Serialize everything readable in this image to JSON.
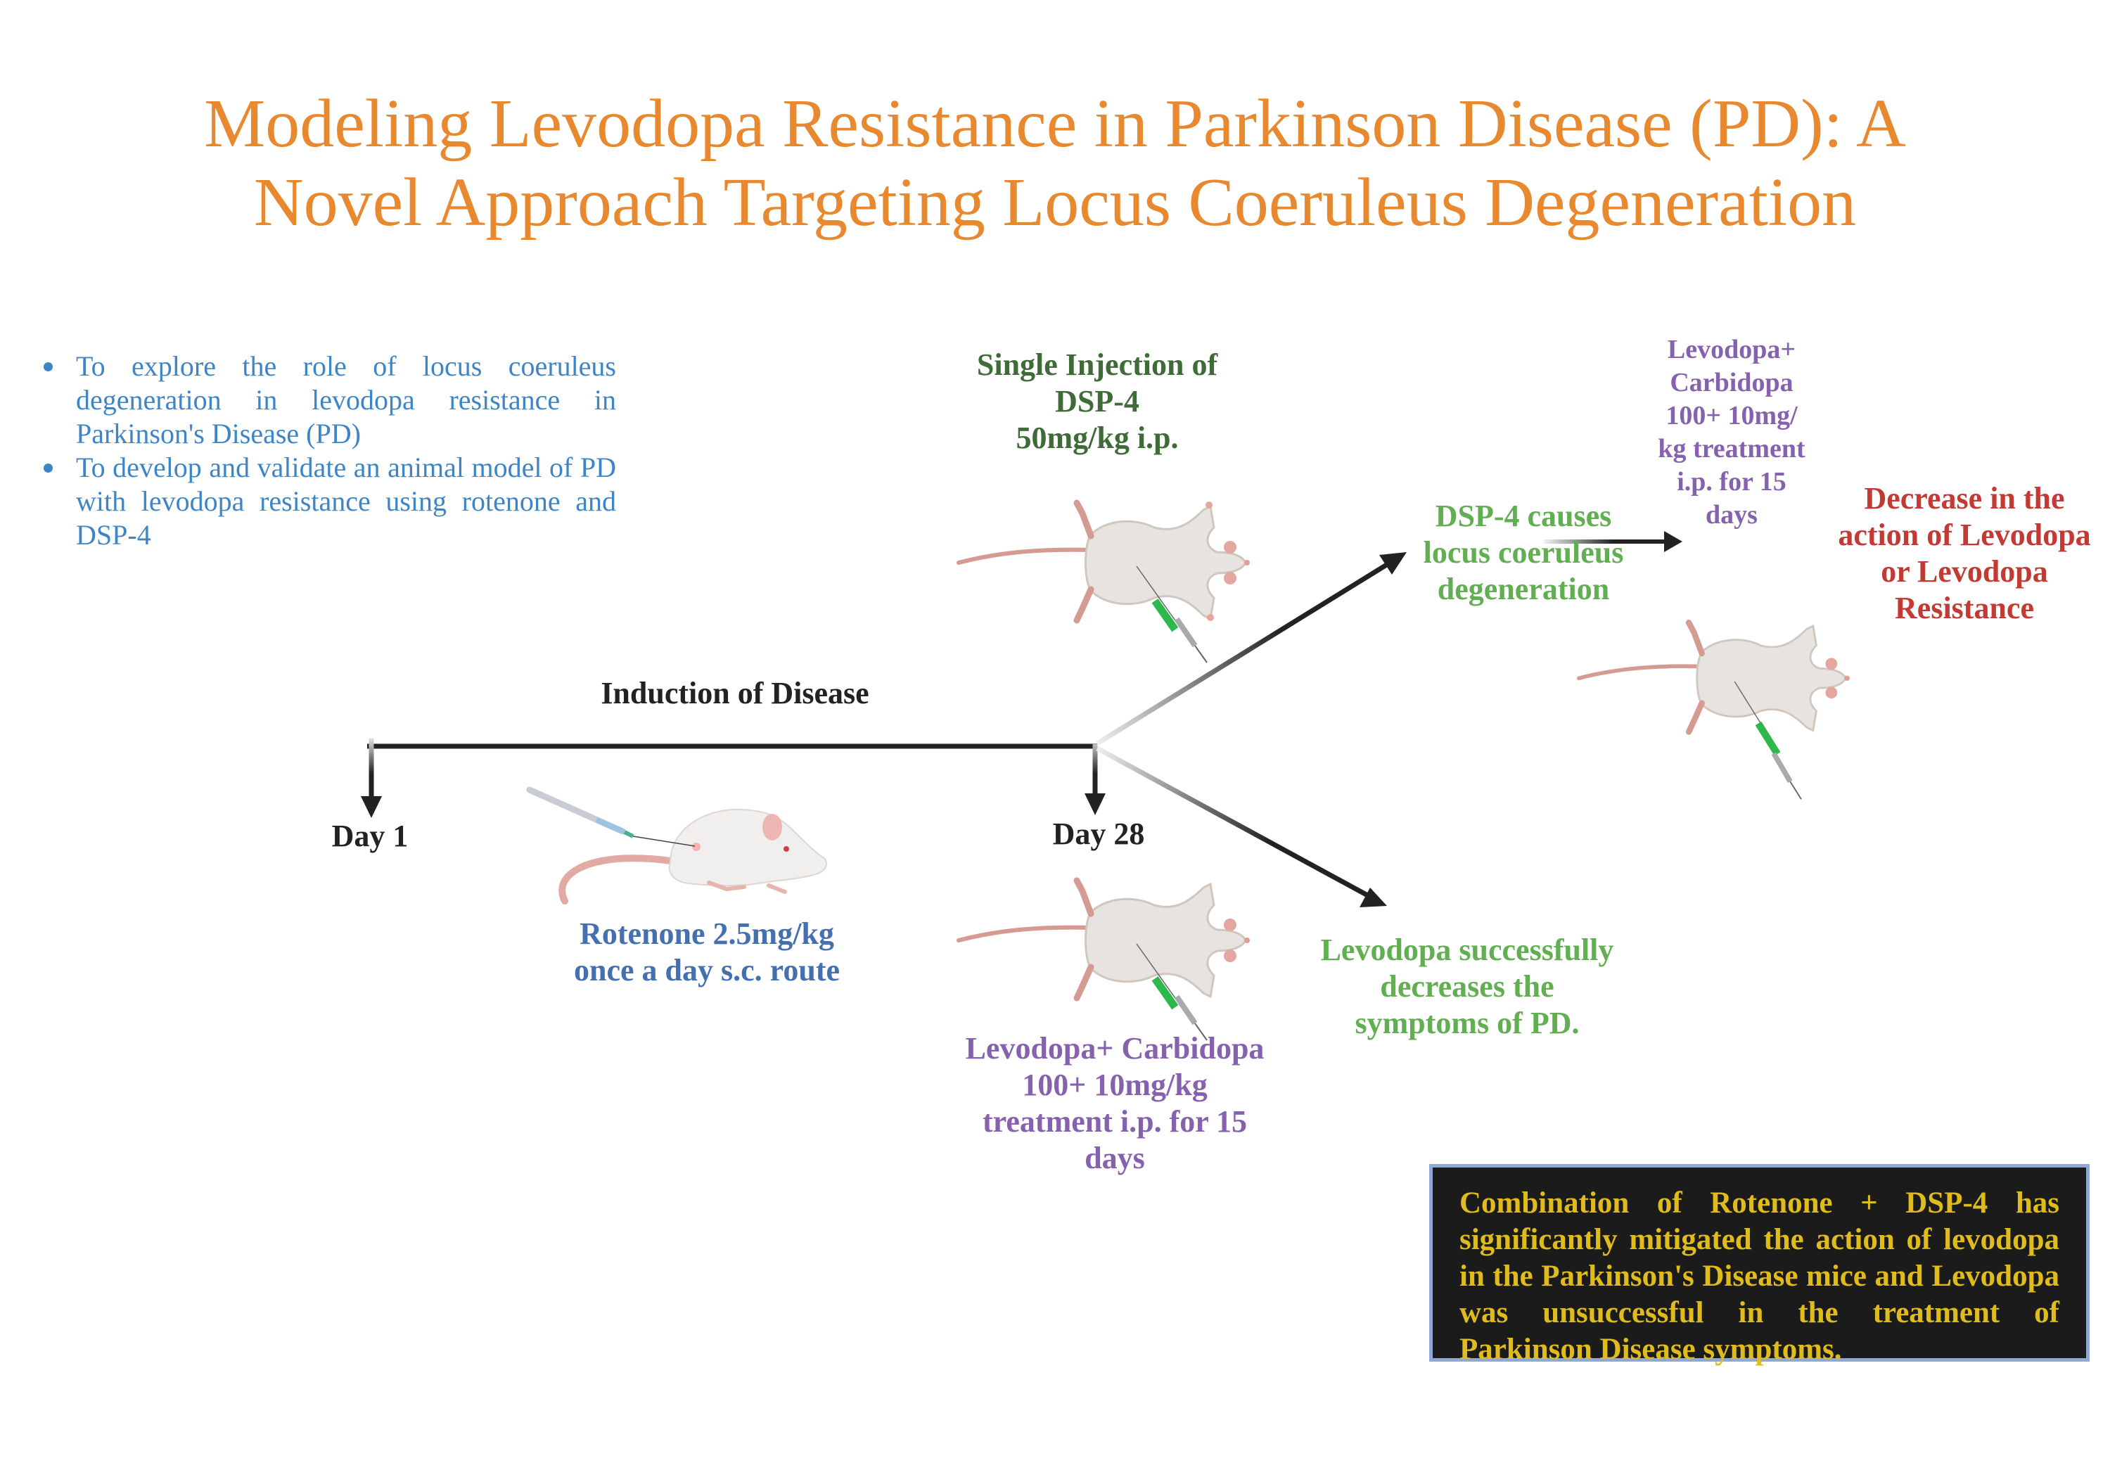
{
  "title": {
    "line1": "Modeling Levodopa Resistance in Parkinson Disease (PD): A",
    "line2": "Novel Approach Targeting Locus Coeruleus Degeneration"
  },
  "objectives": [
    "To explore the role of locus coeruleus degeneration in levodopa resistance in Parkinson's Disease (PD)",
    "To develop and validate an animal model of PD with levodopa resistance using rotenone and DSP-4"
  ],
  "timeline": {
    "phase_label": "Induction of Disease",
    "start_label": "Day 1",
    "end_label": "Day 28"
  },
  "dsp4_injection": {
    "lines": [
      "Single Injection of",
      "DSP-4",
      "50mg/kg i.p."
    ]
  },
  "rotenone": {
    "lines": [
      "Rotenone 2.5mg/kg",
      "once a day s.c. route"
    ]
  },
  "treatment_day28": {
    "lines": [
      "Levodopa+ Carbidopa",
      "100+ 10mg/kg",
      "treatment i.p. for 15",
      "days"
    ]
  },
  "branch_upper": {
    "effect_lines": [
      "DSP-4 causes",
      "locus coeruleus",
      "degeneration"
    ],
    "treatment_lines": [
      "Levodopa+",
      "Carbidopa",
      "100+ 10mg/",
      "kg treatment",
      "i.p. for 15",
      "days"
    ],
    "outcome_lines": [
      "Decrease in the",
      "action of Levodopa",
      "or Levodopa",
      "Resistance"
    ]
  },
  "branch_lower": {
    "outcome_lines": [
      "Levodopa successfully",
      "decreases the",
      "symptoms of PD."
    ]
  },
  "conclusion": {
    "text": "Combination of Rotenone + DSP-4 has significantly mitigated the action of levodopa in the Parkinson's Disease mice and Levodopa was unsuccessful in the treatment of Parkinson Disease symptoms."
  },
  "colors": {
    "title": "#E8892F",
    "objectives": "#3D85C6",
    "dsp4": "#3E6B37",
    "rotenone": "#4470B0",
    "treatment": "#8662AE",
    "effect": "#62AE52",
    "resistance": "#C33A34",
    "conclusion_text": "#E0BB1C",
    "conclusion_bg": "#1B1B1B",
    "conclusion_border": "#8FA8D4"
  }
}
